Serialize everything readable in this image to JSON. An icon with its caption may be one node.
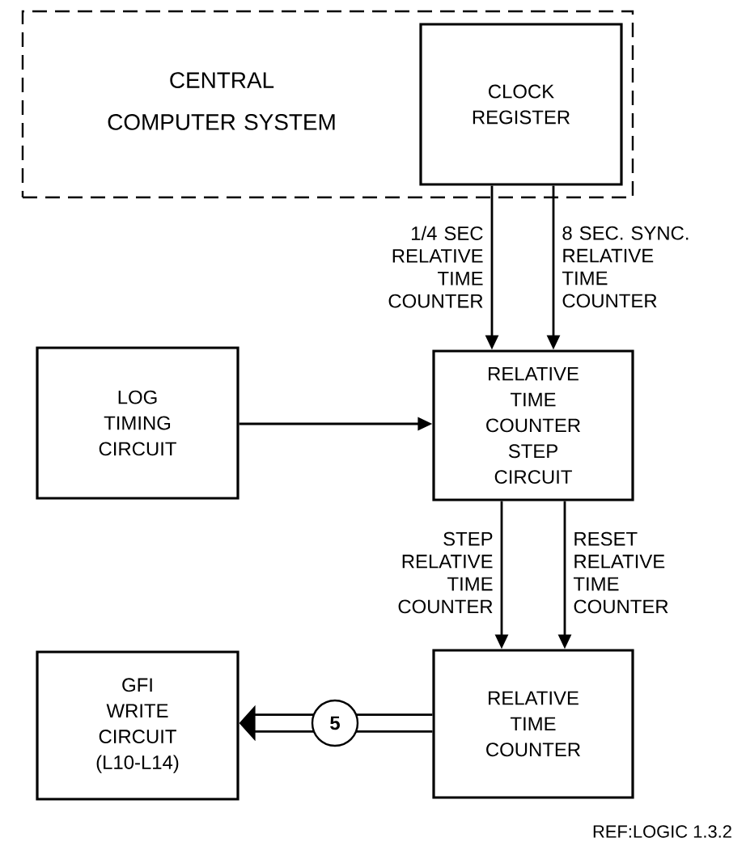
{
  "diagram": {
    "nodes": [
      {
        "text": [
          "CENTRAL COMPUTER SYSTEM"
        ]
      },
      {
        "text": [
          "CLOCK REGISTER"
        ],
        "in": 0
      },
      {
        "text": [
          "LOG TIMING CIRCUIT"
        ]
      },
      {
        "text": [
          "RELATIVE TIME COUNTER STEP CIRCUIT"
        ]
      },
      {
        "text": [
          "RELATIVE TIME COUNTER"
        ]
      },
      {
        "text": [
          "GFI WRITE CIRCUIT (L10-L14)"
        ]
      }
    ],
    "edges": [
      {
        "from": 1,
        "to": 3,
        "arrow": "to",
        "label": "1/4 SEC RELATIVE TIME COUNTER"
      },
      {
        "from": 1,
        "to": 3,
        "arrow": "to",
        "label": "8 SEC. SYNC. RELATIVE TIME COUNTER"
      },
      {
        "from": 2,
        "to": 3,
        "arrow": "to"
      },
      {
        "from": 3,
        "to": 4,
        "arrow": "to",
        "label": "STEP RELATIVE TIME COUNTER"
      },
      {
        "from": 3,
        "to": 4,
        "arrow": "to",
        "label": "RESET RELATIVE TIME COUNTER"
      },
      {
        "from": 4,
        "to": 5,
        "arrow": "to",
        "label": "5",
        "style": "thick"
      }
    ],
    "labels": [
      "REF:LOGIC 1.3.2"
    ]
  }
}
